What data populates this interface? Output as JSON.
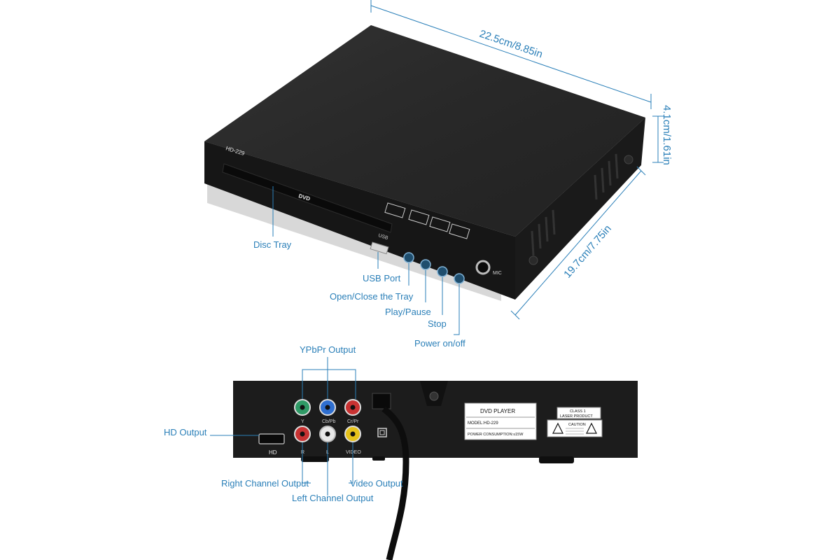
{
  "dimensions": {
    "width": "22.5cm/8.85in",
    "height": "4.1cm/1.61in",
    "depth": "19.7cm/7.75in"
  },
  "front_panel": {
    "model": "HD-229",
    "tray_logo": "DVD",
    "usb_text": "USB",
    "mic_text": "MIC"
  },
  "front_labels": {
    "disc_tray": "Disc Tray",
    "usb_port": "USB Port",
    "open_close": "Open/Close the Tray",
    "play_pause": "Play/Pause",
    "stop": "Stop",
    "power": "Power on/off"
  },
  "rear_panel": {
    "jack_y": "Y",
    "jack_pb": "Cb/Pb",
    "jack_pr": "Cr/Pr",
    "jack_r": "R",
    "jack_l": "L",
    "jack_video": "VIDEO",
    "hd_text": "HD",
    "sticker_title": "DVD PLAYER",
    "sticker_model": "MODEL:HD-229",
    "sticker_power": "POWER CONSUMPTION:≤15W",
    "class_label_1": "CLASS 1",
    "class_label_2": "LASER PRODUCT",
    "caution": "CAUTION"
  },
  "rear_labels": {
    "ypbpr": "YPbPr Output",
    "hd_output": "HD Output",
    "right_channel": "Right Channel Output",
    "left_channel": "Left Channel Output",
    "video_output": "Video Output"
  },
  "colors": {
    "accent": "#2a7fb8",
    "body": "#1c1c1c",
    "jack_green": "#2f9a66",
    "jack_blue": "#2f6fd0",
    "jack_red": "#c83232",
    "jack_white": "#e8e8e8",
    "jack_yellow": "#e6c21a"
  }
}
